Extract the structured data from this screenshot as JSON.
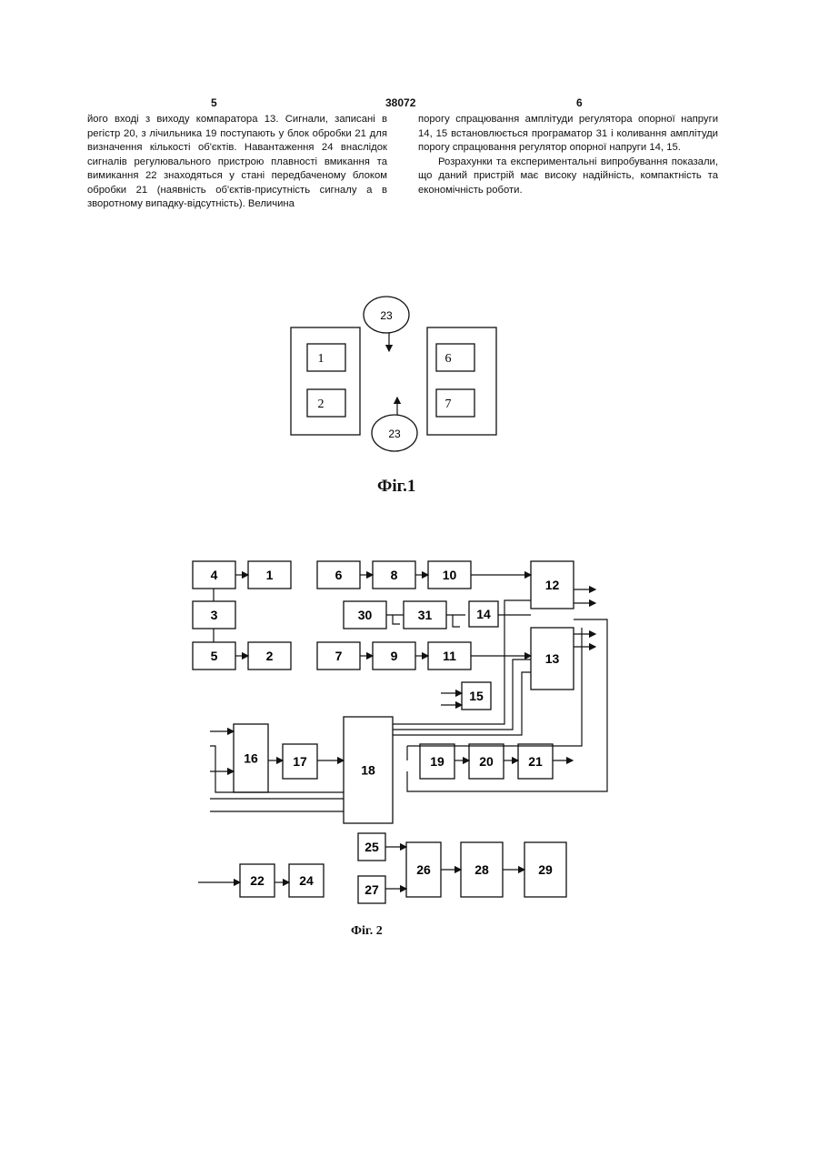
{
  "header": {
    "left": "5",
    "center": "38072",
    "right": "6"
  },
  "col_left": "його вході з виходу компаратора 13. Сигнали, записані в регістр 20, з лічильника 19 поступають у блок обробки 21 для визначення кількості об'єктів. Навантаження 24 внаслідок сигналів регулювального пристрою плавності вмикання та вимикання 22 знаходяться у стані передбаченому блоком обробки 21 (наявність об'єктів-присутність сигналу а в зворотному випадку-відсутність). Величина",
  "col_right_1": "порогу спрацювання амплітуди регулятора опорної напруги 14, 15 встановлюється програматор 31 і коливання амплітуди порогу спрацювання регулятор опорної напруги 14, 15.",
  "col_right_2": "Розрахунки та експериментальні випробування показали, що даний пристрій має високу надійність, компактність та економічність роботи.",
  "fig1": "Фіг.1",
  "fig2": "Фіг. 2"
}
